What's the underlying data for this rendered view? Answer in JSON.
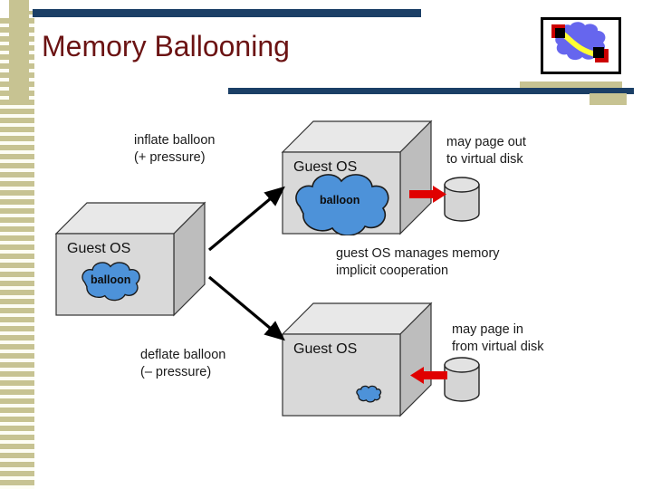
{
  "slide": {
    "title": "Memory Ballooning",
    "title_color": "#6b1313",
    "accent_navy": "#1b3f66",
    "accent_tan": "#c7c392",
    "background": "#ffffff"
  },
  "logo": {
    "name": "cloud-network-logo",
    "cloud_color": "#6666ee",
    "path_color": "#ffff33",
    "node_outer_color": "#cc0000",
    "node_inner_color": "#000000",
    "border_color": "#000000"
  },
  "diagram": {
    "labels": {
      "inflate": "inflate balloon\n(+ pressure)",
      "deflate": "deflate balloon\n(– pressure)",
      "page_out": "may page out\nto virtual disk",
      "page_in": "may page in\nfrom virtual disk",
      "center": "guest OS manages memory\nimplicit cooperation"
    },
    "boxes": [
      {
        "id": "guest-os-left",
        "os_label": "Guest OS",
        "balloon_label": "balloon",
        "balloon_size": "medium",
        "face_color": "#d9d9d9",
        "top_color": "#e8e8e8",
        "side_color": "#bcbcbc"
      },
      {
        "id": "guest-os-inflated",
        "os_label": "Guest OS",
        "balloon_label": "balloon",
        "balloon_size": "large",
        "face_color": "#d9d9d9",
        "top_color": "#e8e8e8",
        "side_color": "#bcbcbc"
      },
      {
        "id": "guest-os-deflated",
        "os_label": "Guest OS",
        "balloon_label": "",
        "balloon_size": "small",
        "face_color": "#d9d9d9",
        "top_color": "#e8e8e8",
        "side_color": "#bcbcbc"
      }
    ],
    "balloon_color": "#4d92d9",
    "balloon_stroke": "#1a1a1a",
    "disks": [
      {
        "id": "virtual-disk-top",
        "direction": "out"
      },
      {
        "id": "virtual-disk-bottom",
        "direction": "in"
      }
    ],
    "disk_color": "#d5d5d5",
    "red_arrow_color": "#e00000",
    "black_arrow_color": "#000000"
  }
}
